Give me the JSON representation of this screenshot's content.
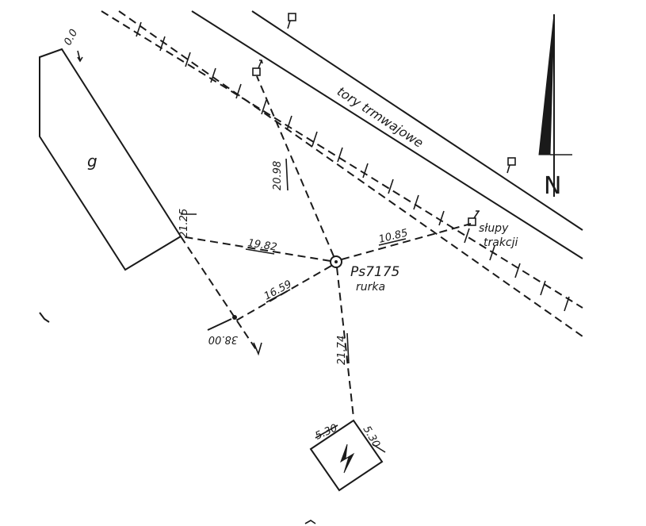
{
  "labels": {
    "tram_tracks": "tory trmwajowe",
    "poles_line1": "słupy",
    "poles_line2": "trakcji",
    "point_id": "Ps7175",
    "point_type": "rurka",
    "building": "g",
    "north": "N",
    "corner_top": "0.0",
    "corner_left": "21.25",
    "corner_bottom": "38.00"
  },
  "measurements": {
    "to_building_corner": "19.82",
    "to_top_pole": "20.98",
    "to_right_pole": "10.85",
    "to_lower_left": "16.59",
    "to_transformer": "21.74",
    "transformer_side_a": "5.30",
    "transformer_side_b": "5.30"
  },
  "colors": {
    "ink": "#1a1a1a",
    "paper": "#ffffff"
  },
  "icons": [
    "pole-icon",
    "north-arrow-icon",
    "lightning-icon",
    "control-point-icon"
  ]
}
